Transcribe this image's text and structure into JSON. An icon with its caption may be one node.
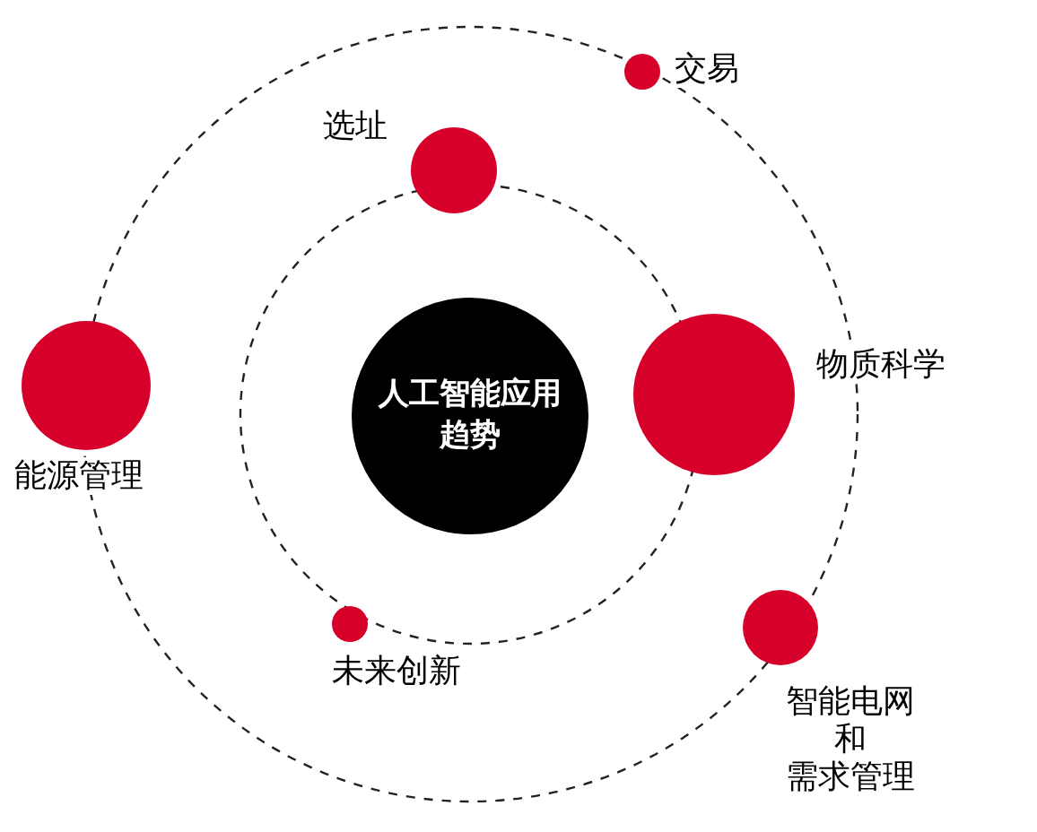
{
  "diagram": {
    "nodes": [
      {
        "text": [
          "人工智能应用趋势"
        ]
      },
      {
        "text": [
          "选址"
        ]
      },
      {
        "text": [
          "交易"
        ]
      },
      {
        "text": [
          "能源管理"
        ]
      },
      {
        "text": [
          "物质科学"
        ]
      },
      {
        "text": [
          "未来创新"
        ]
      },
      {
        "text": [
          "智能电网",
          "和",
          "需求管理"
        ]
      }
    ],
    "edges": []
  }
}
